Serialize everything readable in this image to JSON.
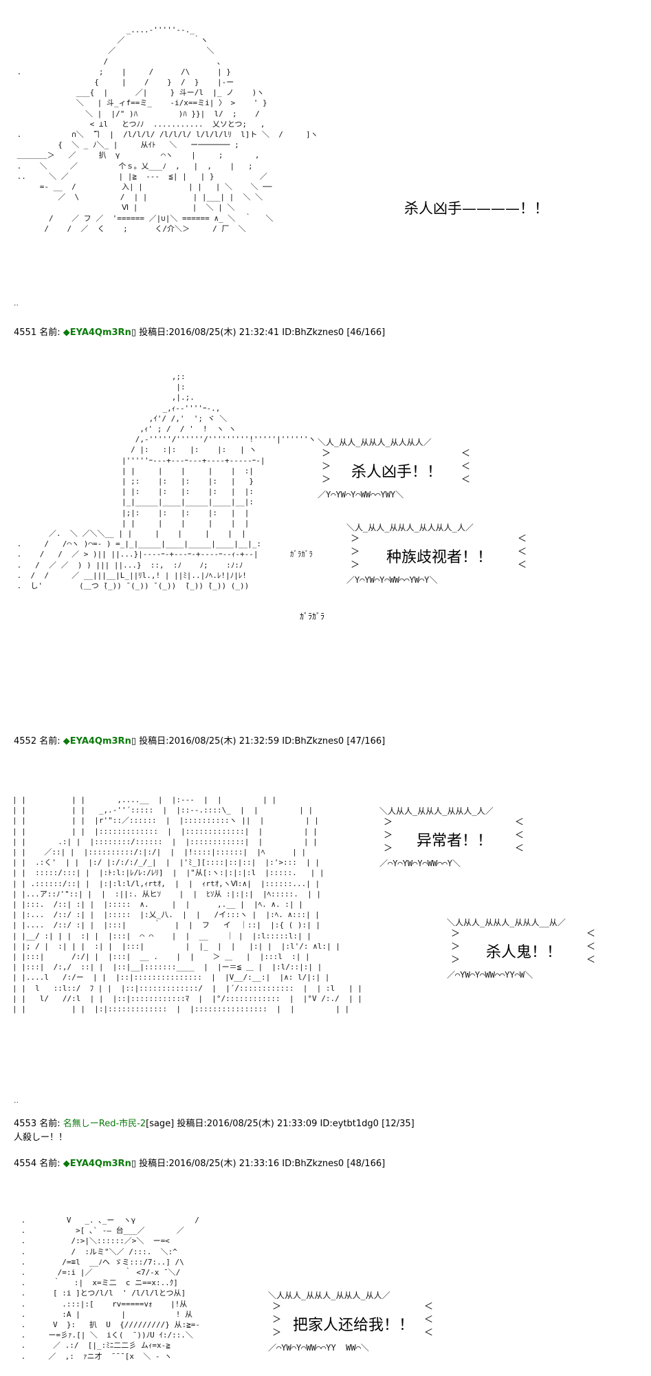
{
  "shouts": {
    "first": "杀人凶手————！！"
  },
  "posts": [
    {
      "number": "4551",
      "label": "名前:",
      "name": "◆EYA4Qm3Rn",
      "mark": "▯",
      "date": "投稿日:2016/08/25(木) 21:32:41",
      "id": "ID:BhZkznes0",
      "count": "[46/166]"
    },
    {
      "number": "4552",
      "label": "名前:",
      "name": "◆EYA4Qm3Rn",
      "mark": "▯",
      "date": "投稿日:2016/08/25(木) 21:32:59",
      "id": "ID:BhZkznes0",
      "count": "[47/166]"
    },
    {
      "number": "4553",
      "label": "名前:",
      "name": "名無しーRed-市民-2",
      "mark": "[sage]",
      "date": "投稿日:2016/08/25(木) 21:33:09",
      "id": "ID:eytbt1dg0",
      "count": "[12/35]",
      "body": "人殺しー！！"
    },
    {
      "number": "4554",
      "label": "名前:",
      "name": "◆EYA4Qm3Rn",
      "mark": "▯",
      "date": "投稿日:2016/08/25(木) 21:33:16",
      "id": "ID:BhZkznes0",
      "count": "[48/166]"
    }
  ],
  "bubbles": {
    "b1": "杀人凶手！！",
    "b2": "种族歧视者！！",
    "b3": "异常者！！",
    "b4": "杀人鬼！！",
    "b5": "把家人还给我！！"
  },
  "sfx": "ｶﾞﾗｶﾞﾗ",
  "colors": {
    "name_green": "#0a7a0a",
    "background": "#ffffff"
  }
}
